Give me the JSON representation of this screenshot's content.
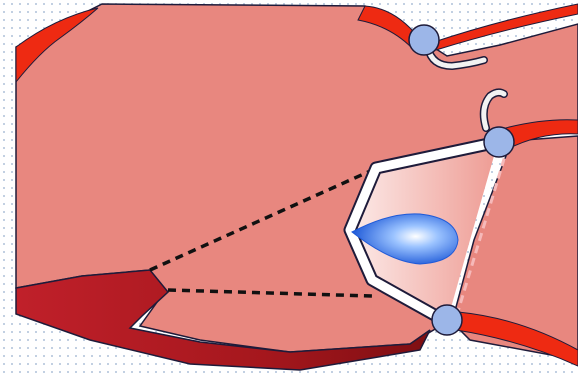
{
  "diagram": {
    "labels": [],
    "colors": {
      "tissue": "#e8877f",
      "tissue_light": "#f5d2cd",
      "outline": "#1e1b3a",
      "vessel": "#ee2a12",
      "dark_region": "#b31d21",
      "node": "#9cb6e8",
      "drop_center": "#ffffff",
      "drop_edge": "#1f5ad8",
      "hook": "#f2f2f2",
      "dashed_line": "#111111",
      "dashed_line_light": "#f6b9b9",
      "background_dots": "#b9c9dd"
    },
    "icons": [
      "blue-node",
      "blue-droplet",
      "white-hook"
    ]
  }
}
